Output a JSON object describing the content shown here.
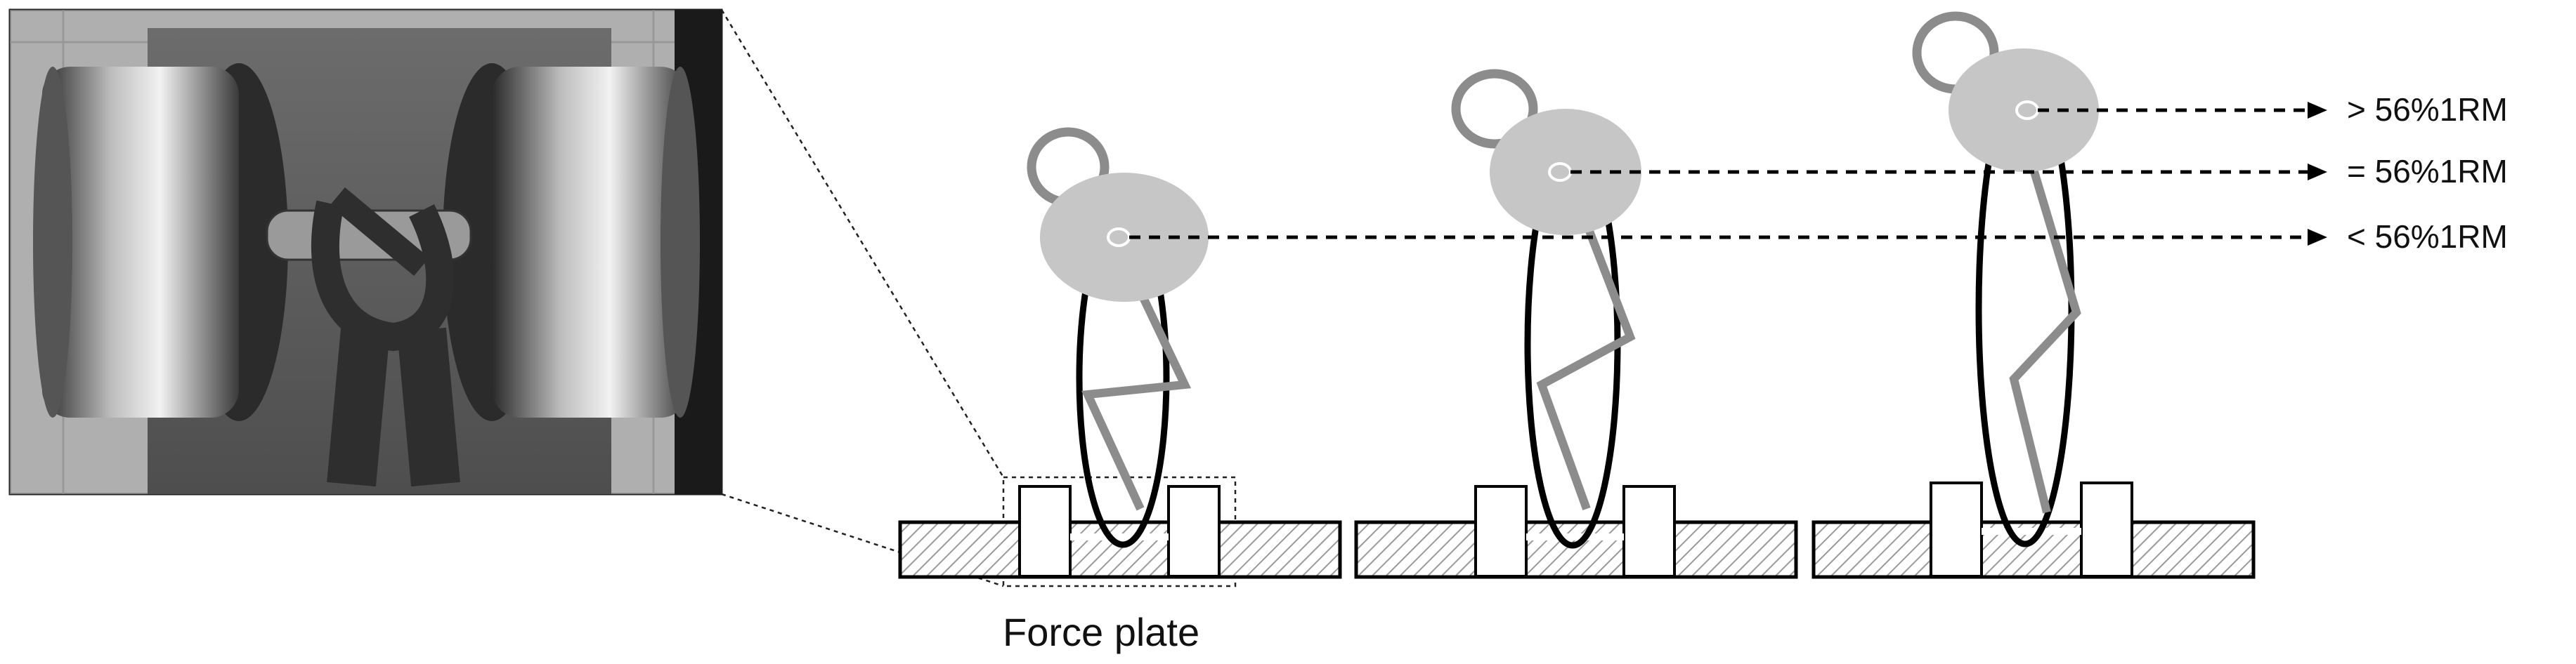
{
  "figure": {
    "photo_description_free": "",
    "labels": {
      "force_plate": "Force plate",
      "above": "> 56%1RM",
      "equal": "= 56%1RM",
      "below": "< 56%1RM"
    },
    "colors": {
      "ink": "#000000",
      "limb": "#8c8c8c",
      "weight": "#c6c6c6",
      "plate_hatch": "#9a9a9a"
    }
  }
}
